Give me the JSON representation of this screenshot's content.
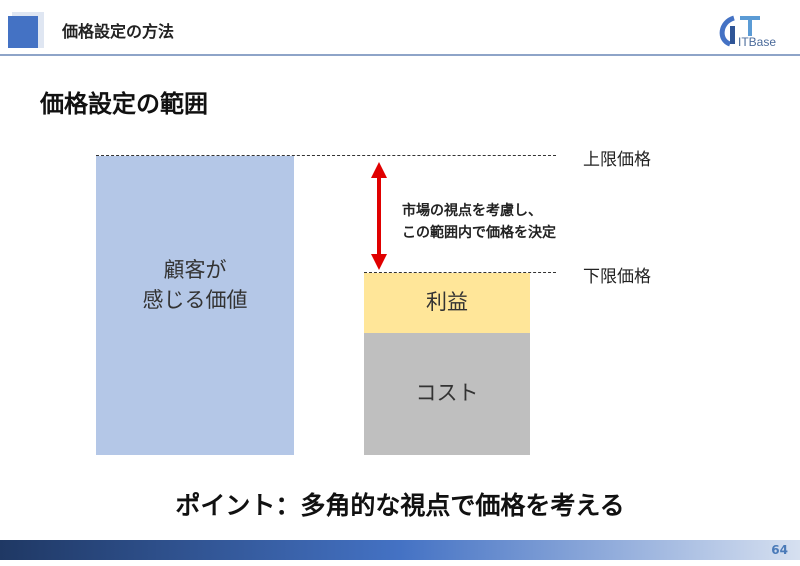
{
  "header": {
    "title": "価格設定の方法",
    "logo_text": "ITBase"
  },
  "subtitle": "価格設定の範囲",
  "diagram": {
    "value_box": {
      "line1": "顧客が",
      "line2": "感じる価値"
    },
    "profit_box": "利益",
    "cost_box": "コスト",
    "upper_label": "上限価格",
    "lower_label": "下限価格",
    "note": {
      "line1": "市場の視点を考慮し、",
      "line2": "この範囲内で価格を決定"
    }
  },
  "point": "ポイント：多角的な視点で価格を考える",
  "footer": {
    "page": "64"
  },
  "colors": {
    "accent": "#4472c4",
    "value": "#b4c7e7",
    "profit": "#ffe699",
    "cost": "#bfbfbf",
    "arrow": "#e00000"
  }
}
